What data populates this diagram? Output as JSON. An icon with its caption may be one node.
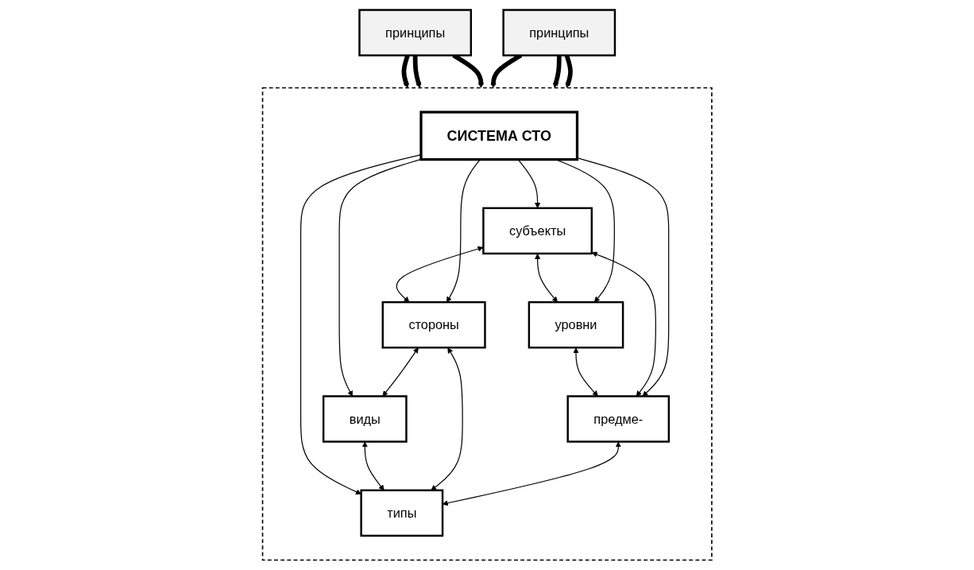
{
  "diagram": {
    "nodes": [
      {
        "text": [
          "принципы"
        ]
      },
      {
        "text": [],
        "shape": "box"
      },
      {
        "text": [
          "субъекты"
        ],
        "in": 1
      },
      {
        "text": [
          "стороны"
        ],
        "in": 1
      },
      {
        "text": [
          "СИСТЕМА СТО"
        ],
        "in": 1
      },
      {
        "text": [
          "уровни"
        ],
        "in": 1
      },
      {
        "text": [
          "виды"
        ],
        "in": 1
      },
      {
        "text": [
          "предме-"
        ],
        "in": 1
      },
      {
        "text": [
          "типы"
        ],
        "in": 1
      },
      {
        "text": [
          "принципы"
        ]
      }
    ],
    "edges": [
      {
        "from": 0,
        "to": 1,
        "arrow": "to",
        "style": "thick"
      },
      {
        "from": 0,
        "to": 1,
        "arrow": "to",
        "style": "thick"
      },
      {
        "from": 0,
        "to": 1,
        "arrow": "to",
        "style": "thick"
      },
      {
        "from": 2,
        "to": 3,
        "arrow": "both"
      },
      {
        "from": 2,
        "to": 5,
        "arrow": "both"
      },
      {
        "from": 5,
        "to": 7,
        "arrow": "both"
      },
      {
        "from": 2,
        "to": 7,
        "arrow": "both"
      },
      {
        "from": 4,
        "to": 2,
        "arrow": "to"
      },
      {
        "from": 4,
        "to": 5,
        "arrow": "to"
      },
      {
        "from": 4,
        "to": 7,
        "arrow": "to"
      },
      {
        "from": 4,
        "to": 3,
        "arrow": "to"
      },
      {
        "from": 4,
        "to": 6,
        "arrow": "to"
      },
      {
        "from": 4,
        "to": 8,
        "arrow": "to"
      },
      {
        "from": 3,
        "to": 6,
        "arrow": "both"
      },
      {
        "from": 6,
        "to": 8,
        "arrow": "both"
      },
      {
        "from": 3,
        "to": 8,
        "arrow": "both"
      },
      {
        "from": 7,
        "to": 8,
        "arrow": "both"
      },
      {
        "from": 9,
        "to": 1,
        "arrow": "to",
        "style": "thick"
      },
      {
        "from": 9,
        "to": 1,
        "arrow": "to",
        "style": "thick"
      },
      {
        "from": 9,
        "to": 1,
        "arrow": "to",
        "style": "thick"
      }
    ]
  }
}
